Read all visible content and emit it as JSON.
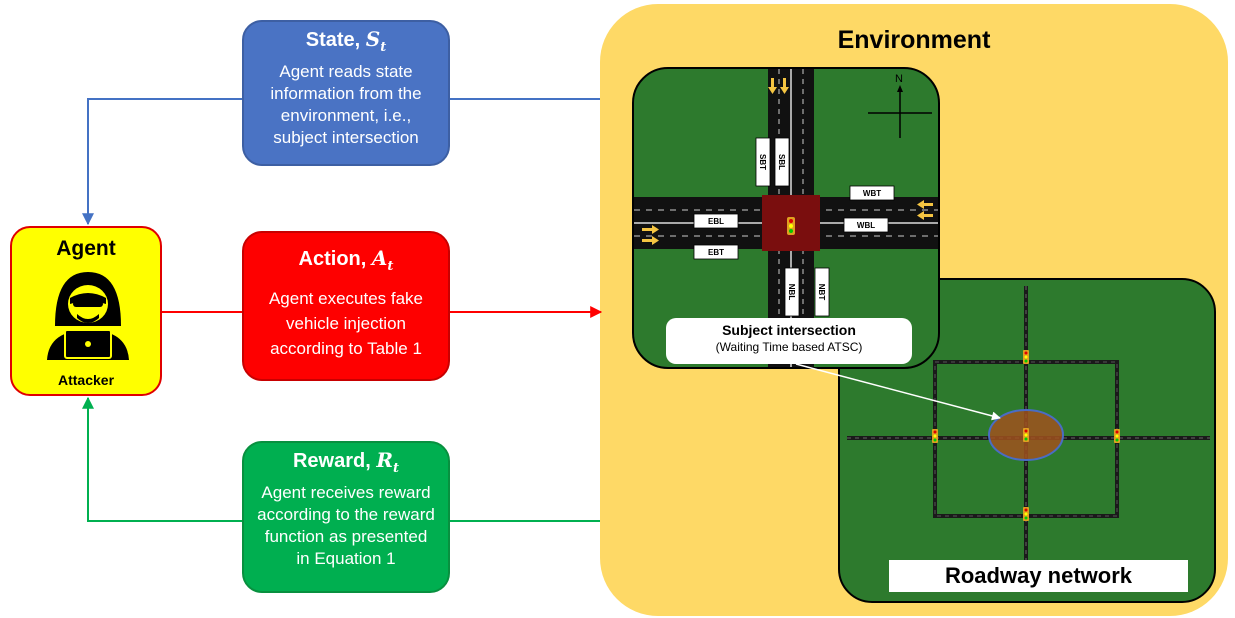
{
  "environment": {
    "title": "Environment"
  },
  "agent": {
    "title": "Agent",
    "label": "Attacker"
  },
  "state": {
    "title_word": "State,",
    "symbol": "S",
    "subscript": "t",
    "body": "Agent reads state information from the environment, i.e., subject intersection"
  },
  "action": {
    "title_word": "Action,",
    "symbol": "A",
    "subscript": "t",
    "body": "Agent executes fake vehicle injection according to Table 1"
  },
  "reward": {
    "title_word": "Reward,",
    "symbol": "R",
    "subscript": "t",
    "body": "Agent receives reward according to the reward function as presented in Equation 1"
  },
  "intersection": {
    "lanes": {
      "sbt": "SBT",
      "sbl": "SBL",
      "nbl": "NBL",
      "nbt": "NBT",
      "wbt": "WBT",
      "wbl": "WBL",
      "ebl": "EBL",
      "ebt": "EBT"
    },
    "compass": "N",
    "subject_title": "Subject intersection",
    "subject_subtitle": "(Waiting Time based ATSC)"
  },
  "network": {
    "label": "Roadway network"
  },
  "colors": {
    "state": "#4a73c4",
    "action": "#fe0000",
    "reward": "#00af50",
    "agent": "#ffff00",
    "environment": "#fed966",
    "grass": "#2d7a2d"
  }
}
